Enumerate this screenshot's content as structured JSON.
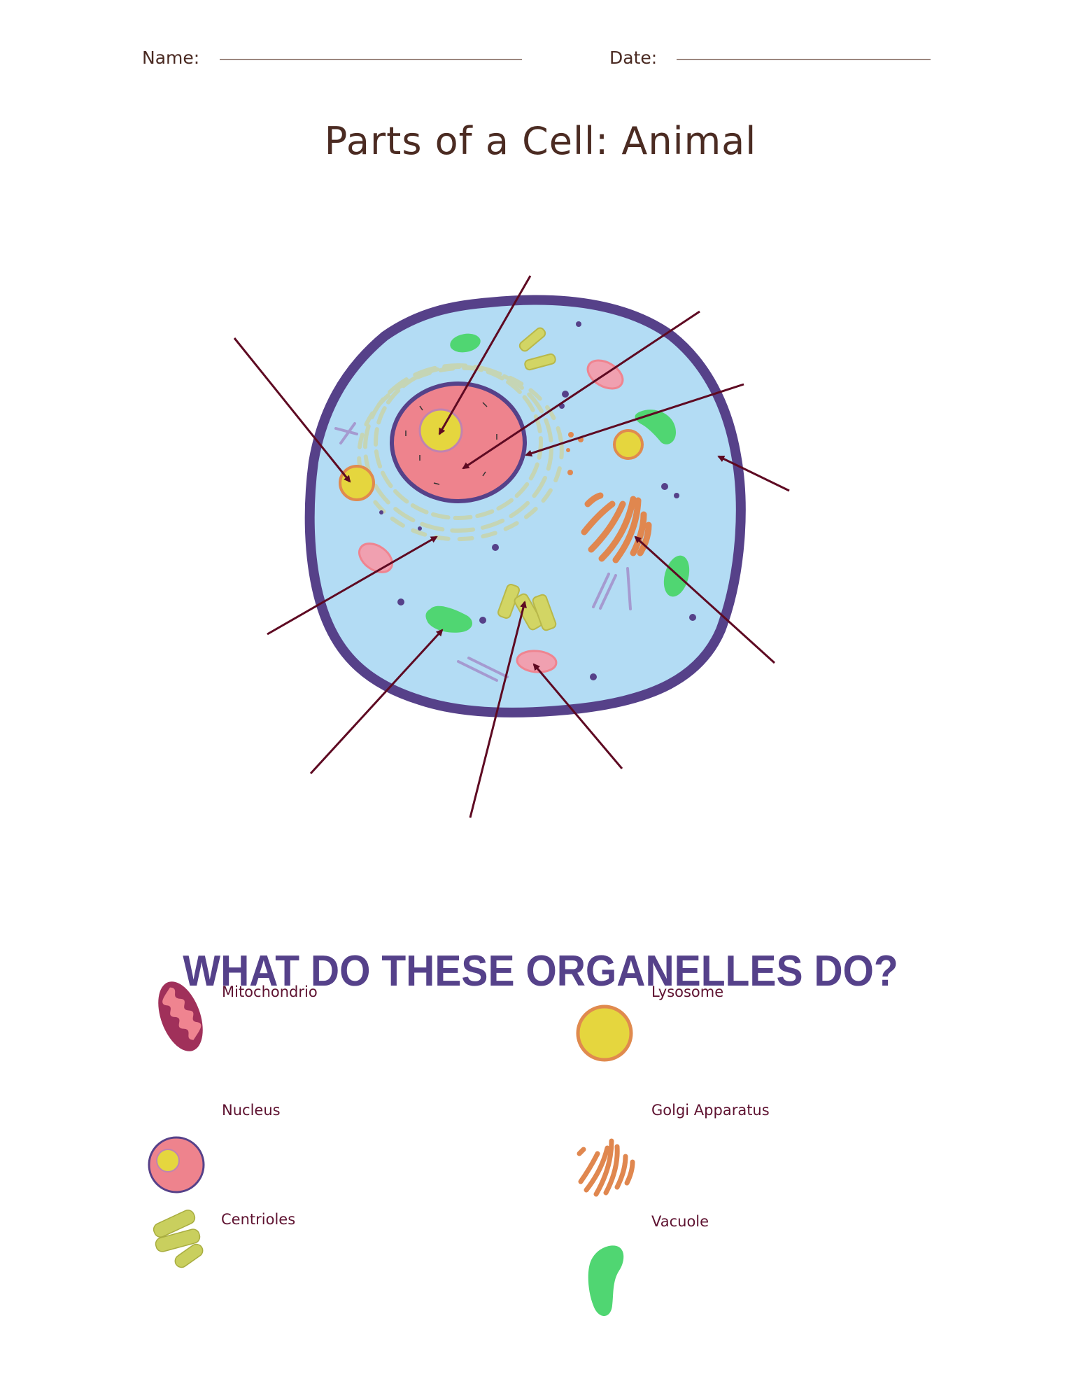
{
  "header": {
    "name_label": "Name:",
    "date_label": "Date:"
  },
  "title": "Parts of a Cell: Animal",
  "diagram": {
    "subject": "animal-cell",
    "label_arrows": 10,
    "colors": {
      "membrane": "#564189",
      "cytoplasm": "#b3dcf4",
      "nucleus": "#ee838d",
      "nucleolus": "#e5d63e",
      "lysosome_border": "#e08a4e",
      "er": "#c5d5b5",
      "golgi": "#e0874f",
      "vacuole": "#50d672",
      "centriole": "#d2d564",
      "mitochondrion": "#f0a0b0",
      "arrow": "#5e0a22"
    }
  },
  "section": {
    "heading": "WHAT DO THESE ORGANELLES DO?",
    "organelles": [
      {
        "label": "Mitochondrio",
        "icon": "mitochondrion-icon"
      },
      {
        "label": "Lysosome",
        "icon": "lysosome-icon"
      },
      {
        "label": "Nucleus",
        "icon": "nucleus-icon"
      },
      {
        "label": "Golgi Apparatus",
        "icon": "golgi-apparatus-icon"
      },
      {
        "label": "Centrioles",
        "icon": "centrioles-icon"
      },
      {
        "label": "Vacuole",
        "icon": "vacuole-icon"
      }
    ]
  }
}
